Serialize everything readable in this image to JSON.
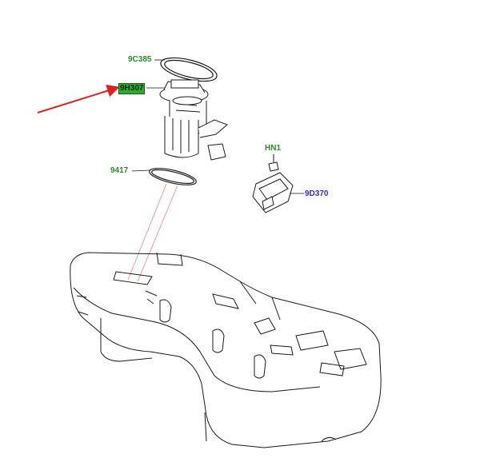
{
  "parts": {
    "gasket_top": {
      "code": "9C385"
    },
    "fuel_pump_module": {
      "code": "9H307"
    },
    "seal_ring": {
      "code": "9417"
    },
    "nut": {
      "code": "HN1"
    },
    "control_module": {
      "code": "9D370"
    }
  },
  "colors": {
    "part_label": "#2a8a2a",
    "highlight_fill": "#2faa2f",
    "callout_label": "#2b2bd6",
    "arrow": "#e02020",
    "guide_lines": "#f08080",
    "drawing_stroke": "#1a1a1a"
  }
}
